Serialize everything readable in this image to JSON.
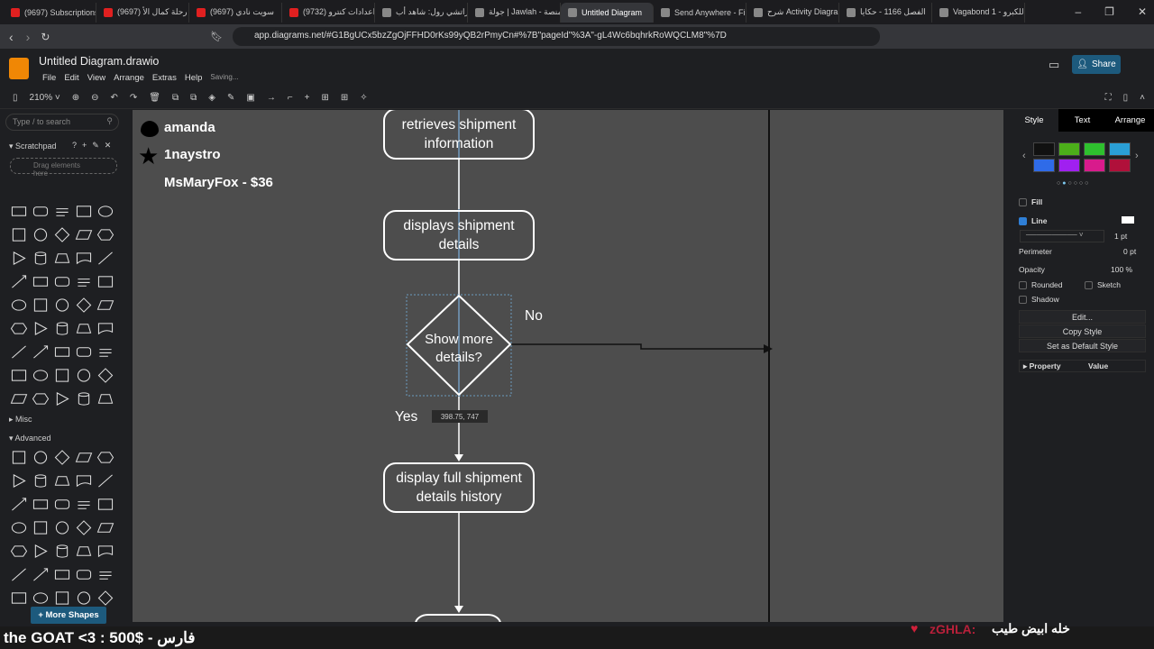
{
  "browser": {
    "tabs": [
      "(9697) Subscriptions",
      "(9697) رحلة كمال الأ",
      "(9697) سويت نادي",
      "(9732) اعدادات كنترو",
      "كراتشي رول: شاهد أب",
      "جولة | Jawlah - منصة",
      "Untitled Diagram",
      "Send Anywhere - Fi",
      "شرح Activity Diagram",
      "الفصل 1166 - حكايا",
      "Vagabond 1 - للكبرو"
    ],
    "active_tab": 6,
    "url": "app.diagrams.net/#G1BgUCx5bzZgOjFFHD0rKs99yQB2rPmyCn#%7B\"pageId\"%3A\"-gL4Wc6bqhrkRoWQCLM8\"%7D"
  },
  "app": {
    "title": "Untitled Diagram.drawio",
    "menu": [
      "File",
      "Edit",
      "View",
      "Arrange",
      "Extras",
      "Help"
    ],
    "status": "Saving...",
    "share_label": "Share",
    "zoom": "210%"
  },
  "sidebar": {
    "search_placeholder": "Type / to search",
    "scratchpad": "Scratchpad",
    "drag_hint": "Drag elements here",
    "misc": "Misc",
    "advanced": "Advanced",
    "more_shapes": "+ More Shapes"
  },
  "diagram": {
    "n1": "retrieves shipment information",
    "n2": "displays shipment details",
    "decision": "Show more details?",
    "no": "No",
    "yes": "Yes",
    "n3": "display full shipment details history",
    "coords": "398.75, 747"
  },
  "panel": {
    "tabs": [
      "Style",
      "Text",
      "Arrange"
    ],
    "fill": "Fill",
    "line": "Line",
    "line_width": "1 pt",
    "perimeter": "Perimeter",
    "perimeter_value": "0 pt",
    "opacity": "Opacity",
    "opacity_value": "100 %",
    "rounded": "Rounded",
    "sketch": "Sketch",
    "shadow": "Shadow",
    "edit": "Edit...",
    "copy_style": "Copy Style",
    "default_style": "Set as Default Style",
    "property": "Property",
    "value": "Value",
    "swatches": [
      "#111111",
      "#4caf1a",
      "#2ec02e",
      "#2a9fd6",
      "#2f6be8",
      "#a020f0",
      "#d81b8c",
      "#b0103a"
    ]
  },
  "overlay": {
    "donors": [
      "amanda",
      "1naystro",
      "MsMaryFox - $36"
    ],
    "bottom_left": "the GOAT <3 : 500$ - فارس",
    "chat_user": "zGHLA:",
    "chat_msg": "خله ابيض طيب"
  }
}
